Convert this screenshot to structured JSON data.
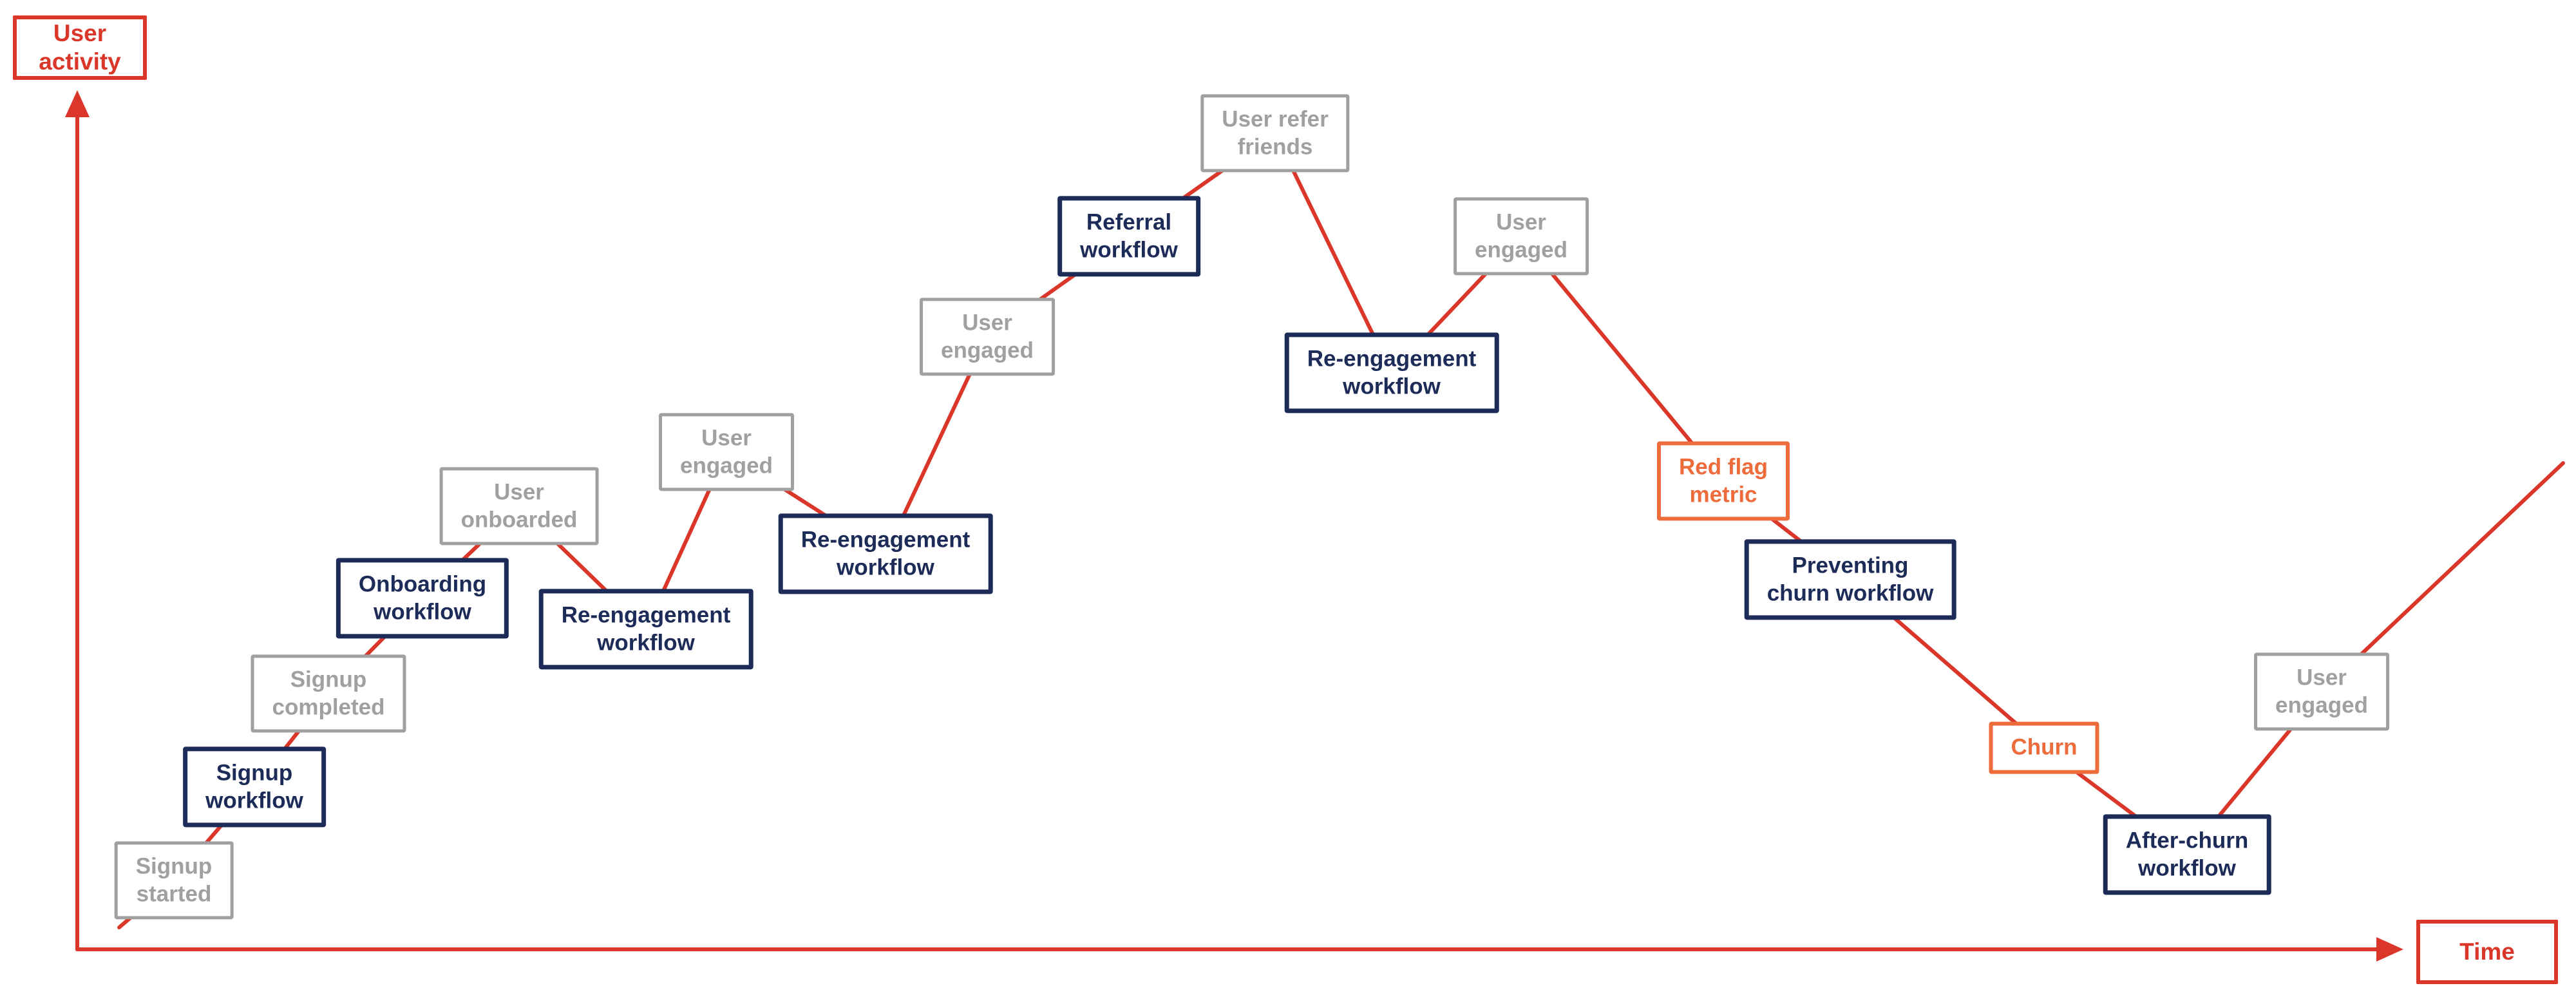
{
  "axes": {
    "y_label": "User\nactivity",
    "x_label": "Time"
  },
  "colors": {
    "line": "#da372a",
    "workflow": "#1c2b57",
    "milestone": "#a0a0a0",
    "alert": "#ee6b3b",
    "background": "#ffffff"
  },
  "nodes": [
    {
      "label": "Signup\nstarted",
      "type": "milestone"
    },
    {
      "label": "Signup\nworkflow",
      "type": "workflow"
    },
    {
      "label": "Signup\ncompleted",
      "type": "milestone"
    },
    {
      "label": "Onboarding\nworkflow",
      "type": "workflow"
    },
    {
      "label": "User\nonboarded",
      "type": "milestone"
    },
    {
      "label": "Re-engagement\nworkflow",
      "type": "workflow"
    },
    {
      "label": "User\nengaged",
      "type": "milestone"
    },
    {
      "label": "Re-engagement\nworkflow",
      "type": "workflow"
    },
    {
      "label": "User\nengaged",
      "type": "milestone"
    },
    {
      "label": "Referral\nworkflow",
      "type": "workflow"
    },
    {
      "label": "User refer\nfriends",
      "type": "milestone"
    },
    {
      "label": "Re-engagement\nworkflow",
      "type": "workflow"
    },
    {
      "label": "User\nengaged",
      "type": "milestone"
    },
    {
      "label": "Red flag\nmetric",
      "type": "alert"
    },
    {
      "label": "Preventing\nchurn workflow",
      "type": "workflow"
    },
    {
      "label": "Churn",
      "type": "alert"
    },
    {
      "label": "After-churn\nworkflow",
      "type": "workflow"
    },
    {
      "label": "User\nengaged",
      "type": "milestone"
    }
  ]
}
